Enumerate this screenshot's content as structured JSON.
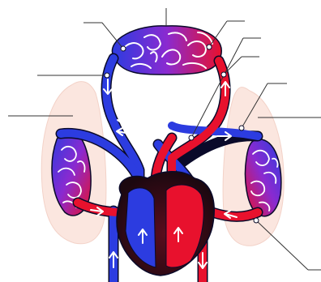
{
  "colors": {
    "oxygenated": "#e8112d",
    "deoxygenated": "#2c3ce0",
    "mixed": "#8a2ad0",
    "lung_fill": "#fbe6df",
    "heart_dark": "#2a0a12",
    "leader_line": "#333333",
    "arrow": "#ffffff",
    "vessel_outline": "#0a0a2a"
  },
  "labels": [],
  "structures": [
    "capillary-network-body",
    "capillary-network-left-lung",
    "capillary-network-right-lung",
    "heart",
    "left-lung",
    "right-lung",
    "aorta",
    "vena-cava",
    "pulmonary-artery",
    "pulmonary-vein"
  ]
}
